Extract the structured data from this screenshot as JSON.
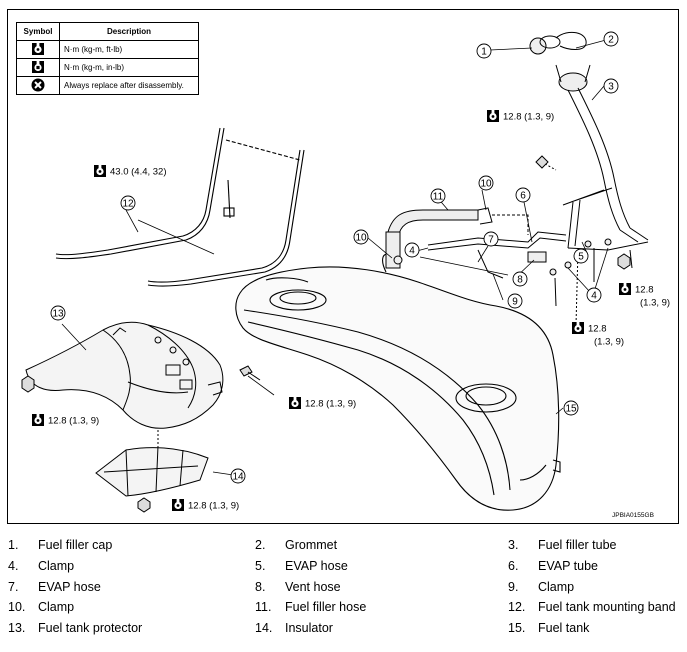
{
  "legend": {
    "header_symbol": "Symbol",
    "header_description": "Description",
    "rows": [
      {
        "icon": "torque-wrench-nm-kgm-ftlb-icon",
        "text": "N·m (kg-m, ft-lb)"
      },
      {
        "icon": "torque-wrench-nm-kgm-inlb-icon",
        "text": "N·m (kg-m, in-lb)"
      },
      {
        "icon": "always-replace-icon",
        "text": "Always replace after disassembly."
      }
    ]
  },
  "callouts": [
    "1",
    "2",
    "3",
    "4",
    "4",
    "5",
    "6",
    "7",
    "8",
    "9",
    "10",
    "10",
    "11",
    "12",
    "13",
    "14",
    "15"
  ],
  "torques": {
    "t_band": "43.0 (4.4, 32)",
    "t_filler": "12.8 (1.3, 9)",
    "t_right_1": "12.8",
    "t_right_2": "(1.3, 9)",
    "t_evap_1": "12.8",
    "t_evap_2": "(1.3, 9)",
    "t_protector": "12.8 (1.3, 9)",
    "t_bolt": "12.8 (1.3, 9)",
    "t_insulator": "12.8 (1.3, 9)"
  },
  "ref_code": "JPBIA0155GB",
  "parts": [
    {
      "num": "1.",
      "name": "Fuel filler cap"
    },
    {
      "num": "2.",
      "name": "Grommet"
    },
    {
      "num": "3.",
      "name": "Fuel filler tube"
    },
    {
      "num": "4.",
      "name": "Clamp"
    },
    {
      "num": "5.",
      "name": "EVAP hose"
    },
    {
      "num": "6.",
      "name": "EVAP tube"
    },
    {
      "num": "7.",
      "name": "EVAP hose"
    },
    {
      "num": "8.",
      "name": "Vent hose"
    },
    {
      "num": "9.",
      "name": "Clamp"
    },
    {
      "num": "10.",
      "name": "Clamp"
    },
    {
      "num": "11.",
      "name": "Fuel filler hose"
    },
    {
      "num": "12.",
      "name": "Fuel tank mounting band"
    },
    {
      "num": "13.",
      "name": "Fuel tank protector"
    },
    {
      "num": "14.",
      "name": "Insulator"
    },
    {
      "num": "15.",
      "name": "Fuel tank"
    }
  ]
}
